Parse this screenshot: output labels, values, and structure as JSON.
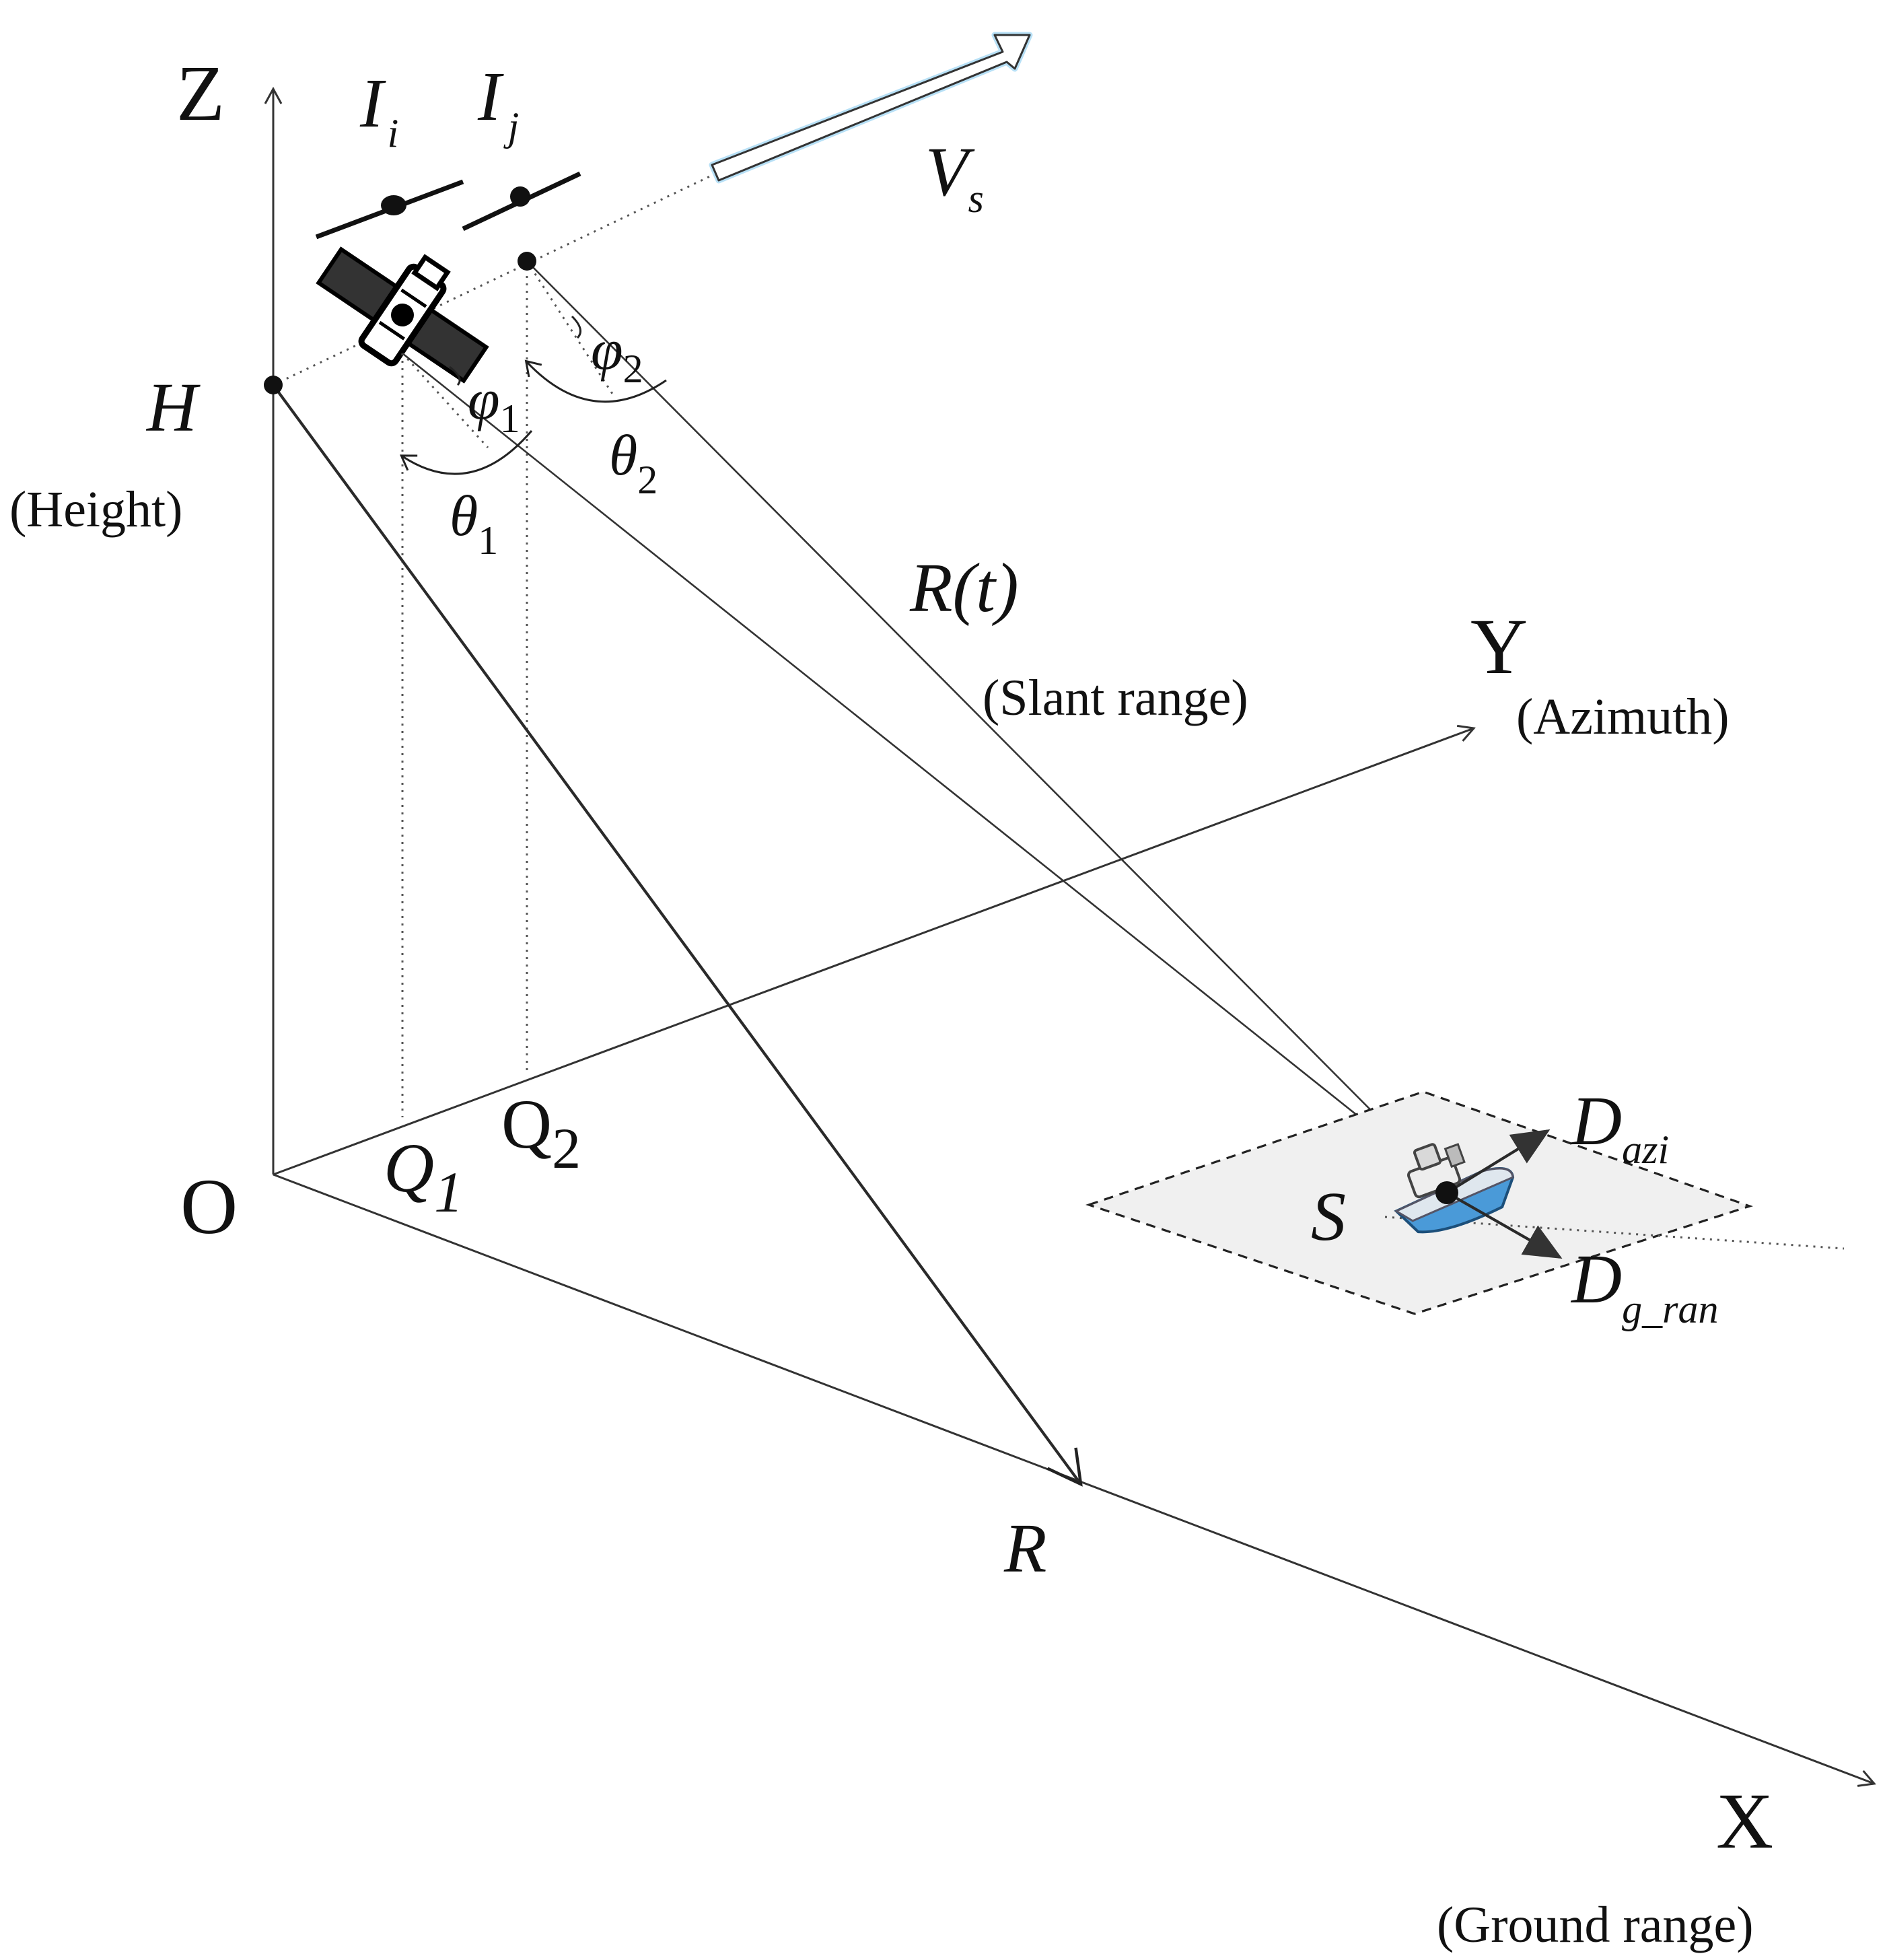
{
  "axes": {
    "z": "Z",
    "y": "Y",
    "x": "X",
    "origin": "O",
    "height_caption": "(Height)",
    "azimuth_caption": "(Azimuth)",
    "ground_range_caption": "(Ground range)"
  },
  "labels": {
    "H": "H",
    "R": "R",
    "Q1_base": "Q",
    "Q1_sub": "1",
    "Q2_base": "Q",
    "Q2_sub": "2",
    "Ii_base": "I",
    "Ii_sub": "i",
    "Ij_base": "I",
    "Ij_sub": "j",
    "Vs_base": "V",
    "Vs_sub": "s",
    "phi1_base": "φ",
    "phi1_sub": "1",
    "phi2_base": "φ",
    "phi2_sub": "2",
    "theta1_base": "θ",
    "theta1_sub": "1",
    "theta2_base": "θ",
    "theta2_sub": "2",
    "Rt": "R(t)",
    "slant_caption": "(Slant range)",
    "S": "S",
    "Dazi_base": "D",
    "Dazi_sub": "azi",
    "Dgran_base": "D",
    "Dgran_sub": "g_ran"
  },
  "icons": [
    "satellite-icon",
    "ship-icon",
    "velocity-arrow-icon"
  ],
  "colors": {
    "line": "#333333",
    "patch_fill": "#f0f0f0",
    "ship_hull": "#4a9ad8",
    "velocity_glow": "#7ec8f0"
  }
}
